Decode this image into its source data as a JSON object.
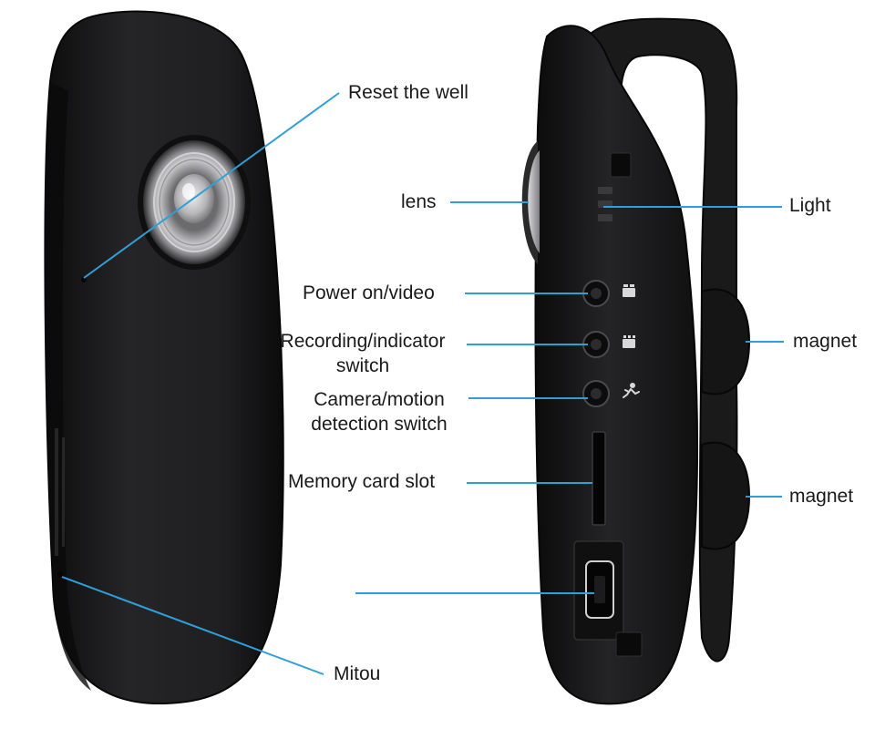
{
  "diagram": {
    "colors": {
      "leader_line": "#2f9fd8",
      "body": "#1c1c1e",
      "body_edge": "#0a0a0a",
      "label_text": "#1a1a1a"
    },
    "labels": {
      "reset": "Reset the well",
      "lens": "lens",
      "light": "Light",
      "power": "Power on/video",
      "recording_1": "Recording/indicator",
      "recording_2": "switch",
      "camera_1": "Camera/motion",
      "camera_2": "detection switch",
      "magnet_top": "magnet",
      "magnet_bottom": "magnet",
      "memory_slot": "Memory card slot",
      "mic": "Mitou"
    },
    "icons": [
      "camera-lens-icon",
      "toggle-switch-icon",
      "usb-port-icon",
      "led-indicator-icon",
      "running-figure-icon",
      "video-icon"
    ]
  }
}
